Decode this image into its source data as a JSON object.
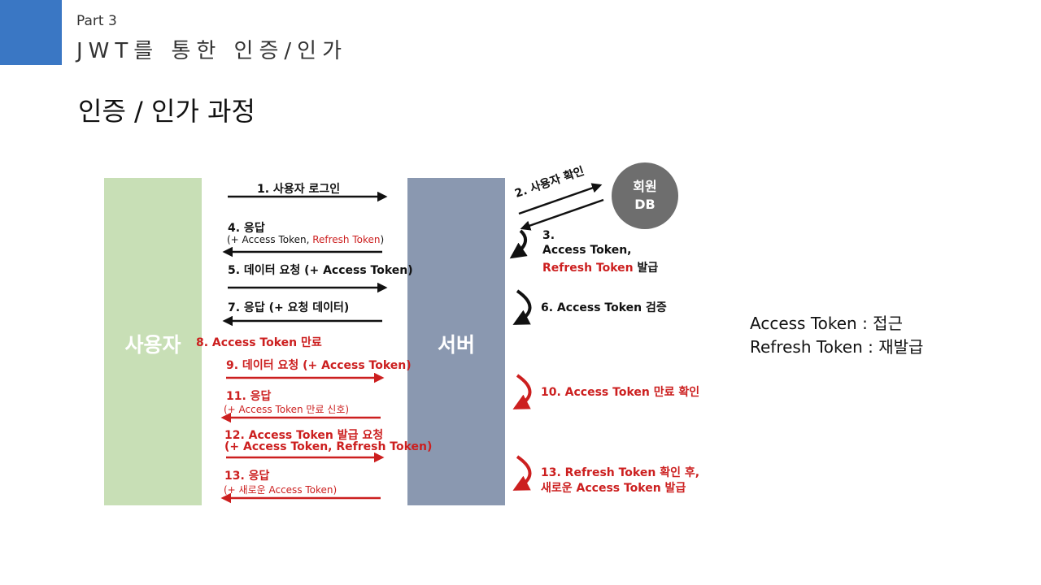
{
  "header": {
    "part": "Part 3",
    "subtitle": "JWT를 통한 인증/인가",
    "accent_color": "#3a77c4"
  },
  "title": "인증 / 인가 과정",
  "diagram": {
    "user_label": "사용자",
    "server_label": "서버",
    "db_label_1": "회원",
    "db_label_2": "DB",
    "colors": {
      "user": "#c8dfb6",
      "server": "#8a98b0",
      "db": "#6e6e6e",
      "red": "#cc1f1f",
      "black": "#111111"
    },
    "steps": {
      "s1": "1. 사용자 로그인",
      "s2": "2. 사용자 확인",
      "s3_num": "3.",
      "s3_line1": "Access Token,",
      "s3_line2_red": "Refresh Token",
      "s3_line2_rest": " 발급",
      "s4": "4. 응답",
      "s4_sub_a": "(+ Access Token, ",
      "s4_sub_red": "Refresh Token",
      "s4_sub_b": ")",
      "s5": "5. 데이터 요청 (+ Access Token)",
      "s6": "6. Access Token 검증",
      "s7": "7. 응답 (+ 요청 데이터)",
      "s8": "8. Access Token 만료",
      "s9": "9. 데이터 요청 (+ Access Token)",
      "s10": "10. Access Token 만료 확인",
      "s11": "11. 응답",
      "s11_sub": "(+ Access Token 만료 신호)",
      "s12": "12. Access Token 발급 요청",
      "s12_sub": "(+ Access Token, Refresh Token)",
      "s13": "13. 응답",
      "s13_sub": "(+ 새로운 Access Token)",
      "s13r_line1": "13. Refresh Token 확인 후,",
      "s13r_line2": "새로운 Access Token 발급"
    }
  },
  "notes": {
    "access": "Access Token : 접근",
    "refresh": "Refresh Token : 재발급"
  }
}
